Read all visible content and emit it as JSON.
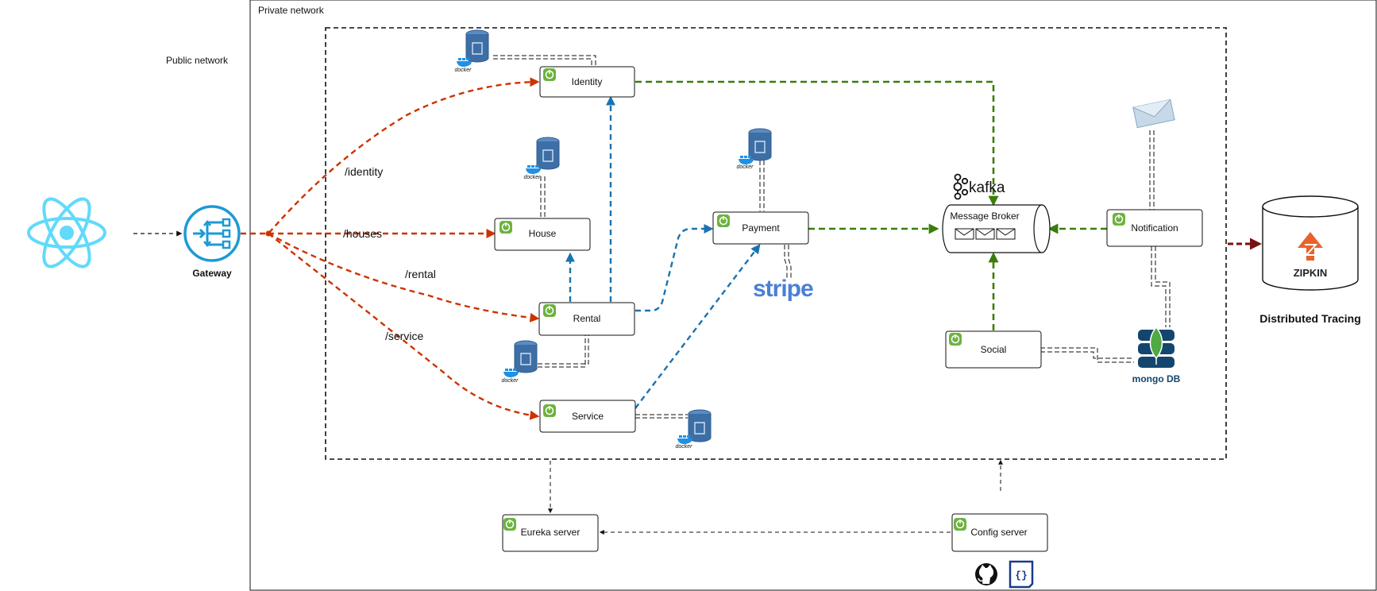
{
  "regions": {
    "private_network": "Private network",
    "public_network": "Public network"
  },
  "gateway": {
    "label": "Gateway"
  },
  "routes": {
    "identity": "/identity",
    "houses": "/houses",
    "rental": "/rental",
    "service": "/service"
  },
  "services": {
    "identity": "Identity",
    "house": "House",
    "rental": "Rental",
    "service": "Service",
    "payment": "Payment",
    "notification": "Notification",
    "social": "Social",
    "eureka": "Eureka server",
    "config": "Config server"
  },
  "broker": {
    "label": "Message Broker",
    "brand": "kafka"
  },
  "logos": {
    "stripe": "stripe",
    "mongodb": "mongo DB",
    "zipkin": "ZIPKIN",
    "docker": "docker"
  },
  "tracing": {
    "label": "Distributed Tracing"
  },
  "colors": {
    "route": "#cc3300",
    "internal": "#1a73b0",
    "event": "#3a7d0a",
    "tracing": "#7a1010",
    "spring": "#6db33f",
    "react": "#61dafb",
    "gateway": "#1c9ad6",
    "db": "#3d6fa6",
    "stripe": "#4a7fd6",
    "mongo": "#13466e"
  }
}
